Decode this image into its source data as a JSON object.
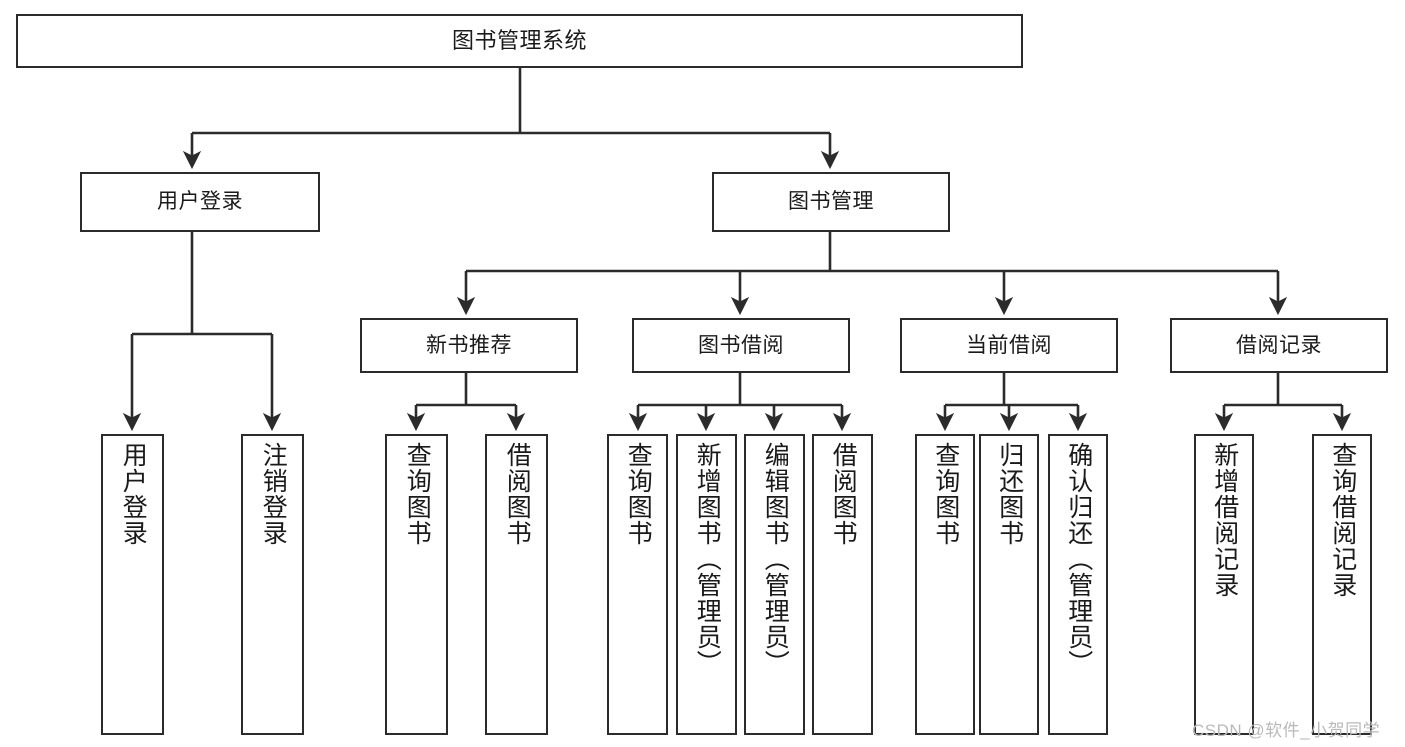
{
  "diagram": {
    "title": "图书管理系统",
    "type": "hierarchy-tree",
    "colors": {
      "stroke": "#2b2b2b",
      "fill": "#ffffff",
      "text": "#1a1a1a",
      "watermark": "#b9b9b9"
    },
    "root": {
      "label": "图书管理系统"
    },
    "level1": [
      {
        "label": "用户登录"
      },
      {
        "label": "图书管理"
      }
    ],
    "level2": [
      {
        "label": "新书推荐"
      },
      {
        "label": "图书借阅"
      },
      {
        "label": "当前借阅"
      },
      {
        "label": "借阅记录"
      }
    ],
    "leaves": {
      "user_login": [
        {
          "label": "用户登录"
        },
        {
          "label": "注销登录"
        }
      ],
      "new_book": [
        {
          "label": "查询图书"
        },
        {
          "label": "借阅图书"
        }
      ],
      "book_borrow": [
        {
          "label": "查询图书"
        },
        {
          "label": "新增图书（管理员）"
        },
        {
          "label": "编辑图书（管理员）"
        },
        {
          "label": "借阅图书"
        }
      ],
      "current_borrow": [
        {
          "label": "查询图书"
        },
        {
          "label": "归还图书"
        },
        {
          "label": "确认归还（管理员）"
        }
      ],
      "borrow_record": [
        {
          "label": "新增借阅记录"
        },
        {
          "label": "查询借阅记录"
        }
      ]
    }
  },
  "watermark": {
    "text": "CSDN @软件_小贺同学"
  }
}
